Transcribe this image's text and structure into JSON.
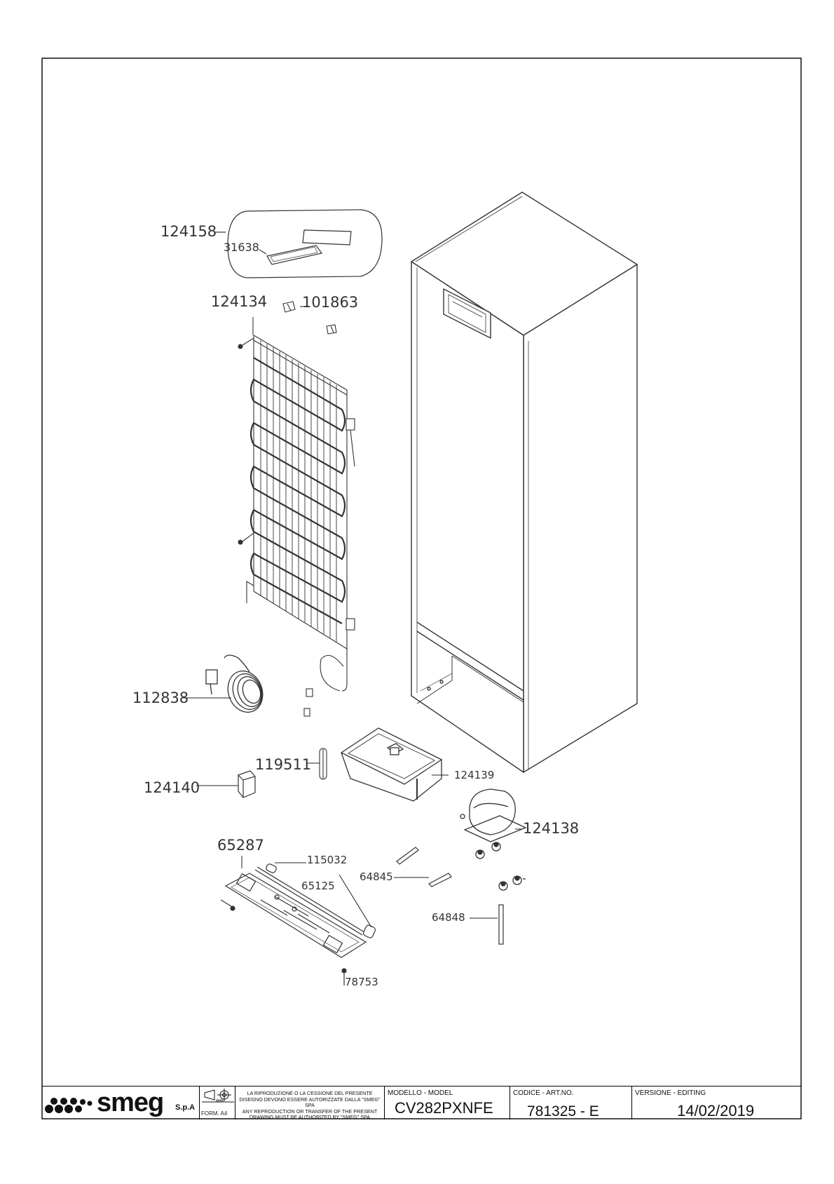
{
  "parts": {
    "p124158": "124158",
    "p31638": "31638",
    "p124134": "124134",
    "p101863": "101863",
    "p112838": "112838",
    "p119511": "119511",
    "p124140": "124140",
    "p124139": "124139",
    "p124138": "124138",
    "p65287": "65287",
    "p115032": "115032",
    "p65125": "65125",
    "p64845": "64845",
    "p64848": "64848",
    "p78753": "78753"
  },
  "titleblock": {
    "brand": "smeg",
    "brand_suffix": "S.p.A",
    "units": "mm",
    "format": "FORM. A4",
    "legal_it": "LA RIPRODUZIONE O LA CESSIONE DEL PRESENTE DISEGNO DEVONO ESSERE AUTORIZZATE DALLA \"SMEG\" SPA",
    "legal_en": "ANY REPRODUCTION OR TRANSFER OF THE PRESENT DRAWING MUST BE AUTHORIZED BY \"SMEG\" SPA",
    "model_label": "MODELLO - MODEL",
    "model_value": "CV282PXNFE",
    "code_label": "CODICE - ART.NO.",
    "code_value": "781325 - E",
    "version_label": "VERSIONE - EDITING",
    "version_value": "14/02/2019"
  }
}
